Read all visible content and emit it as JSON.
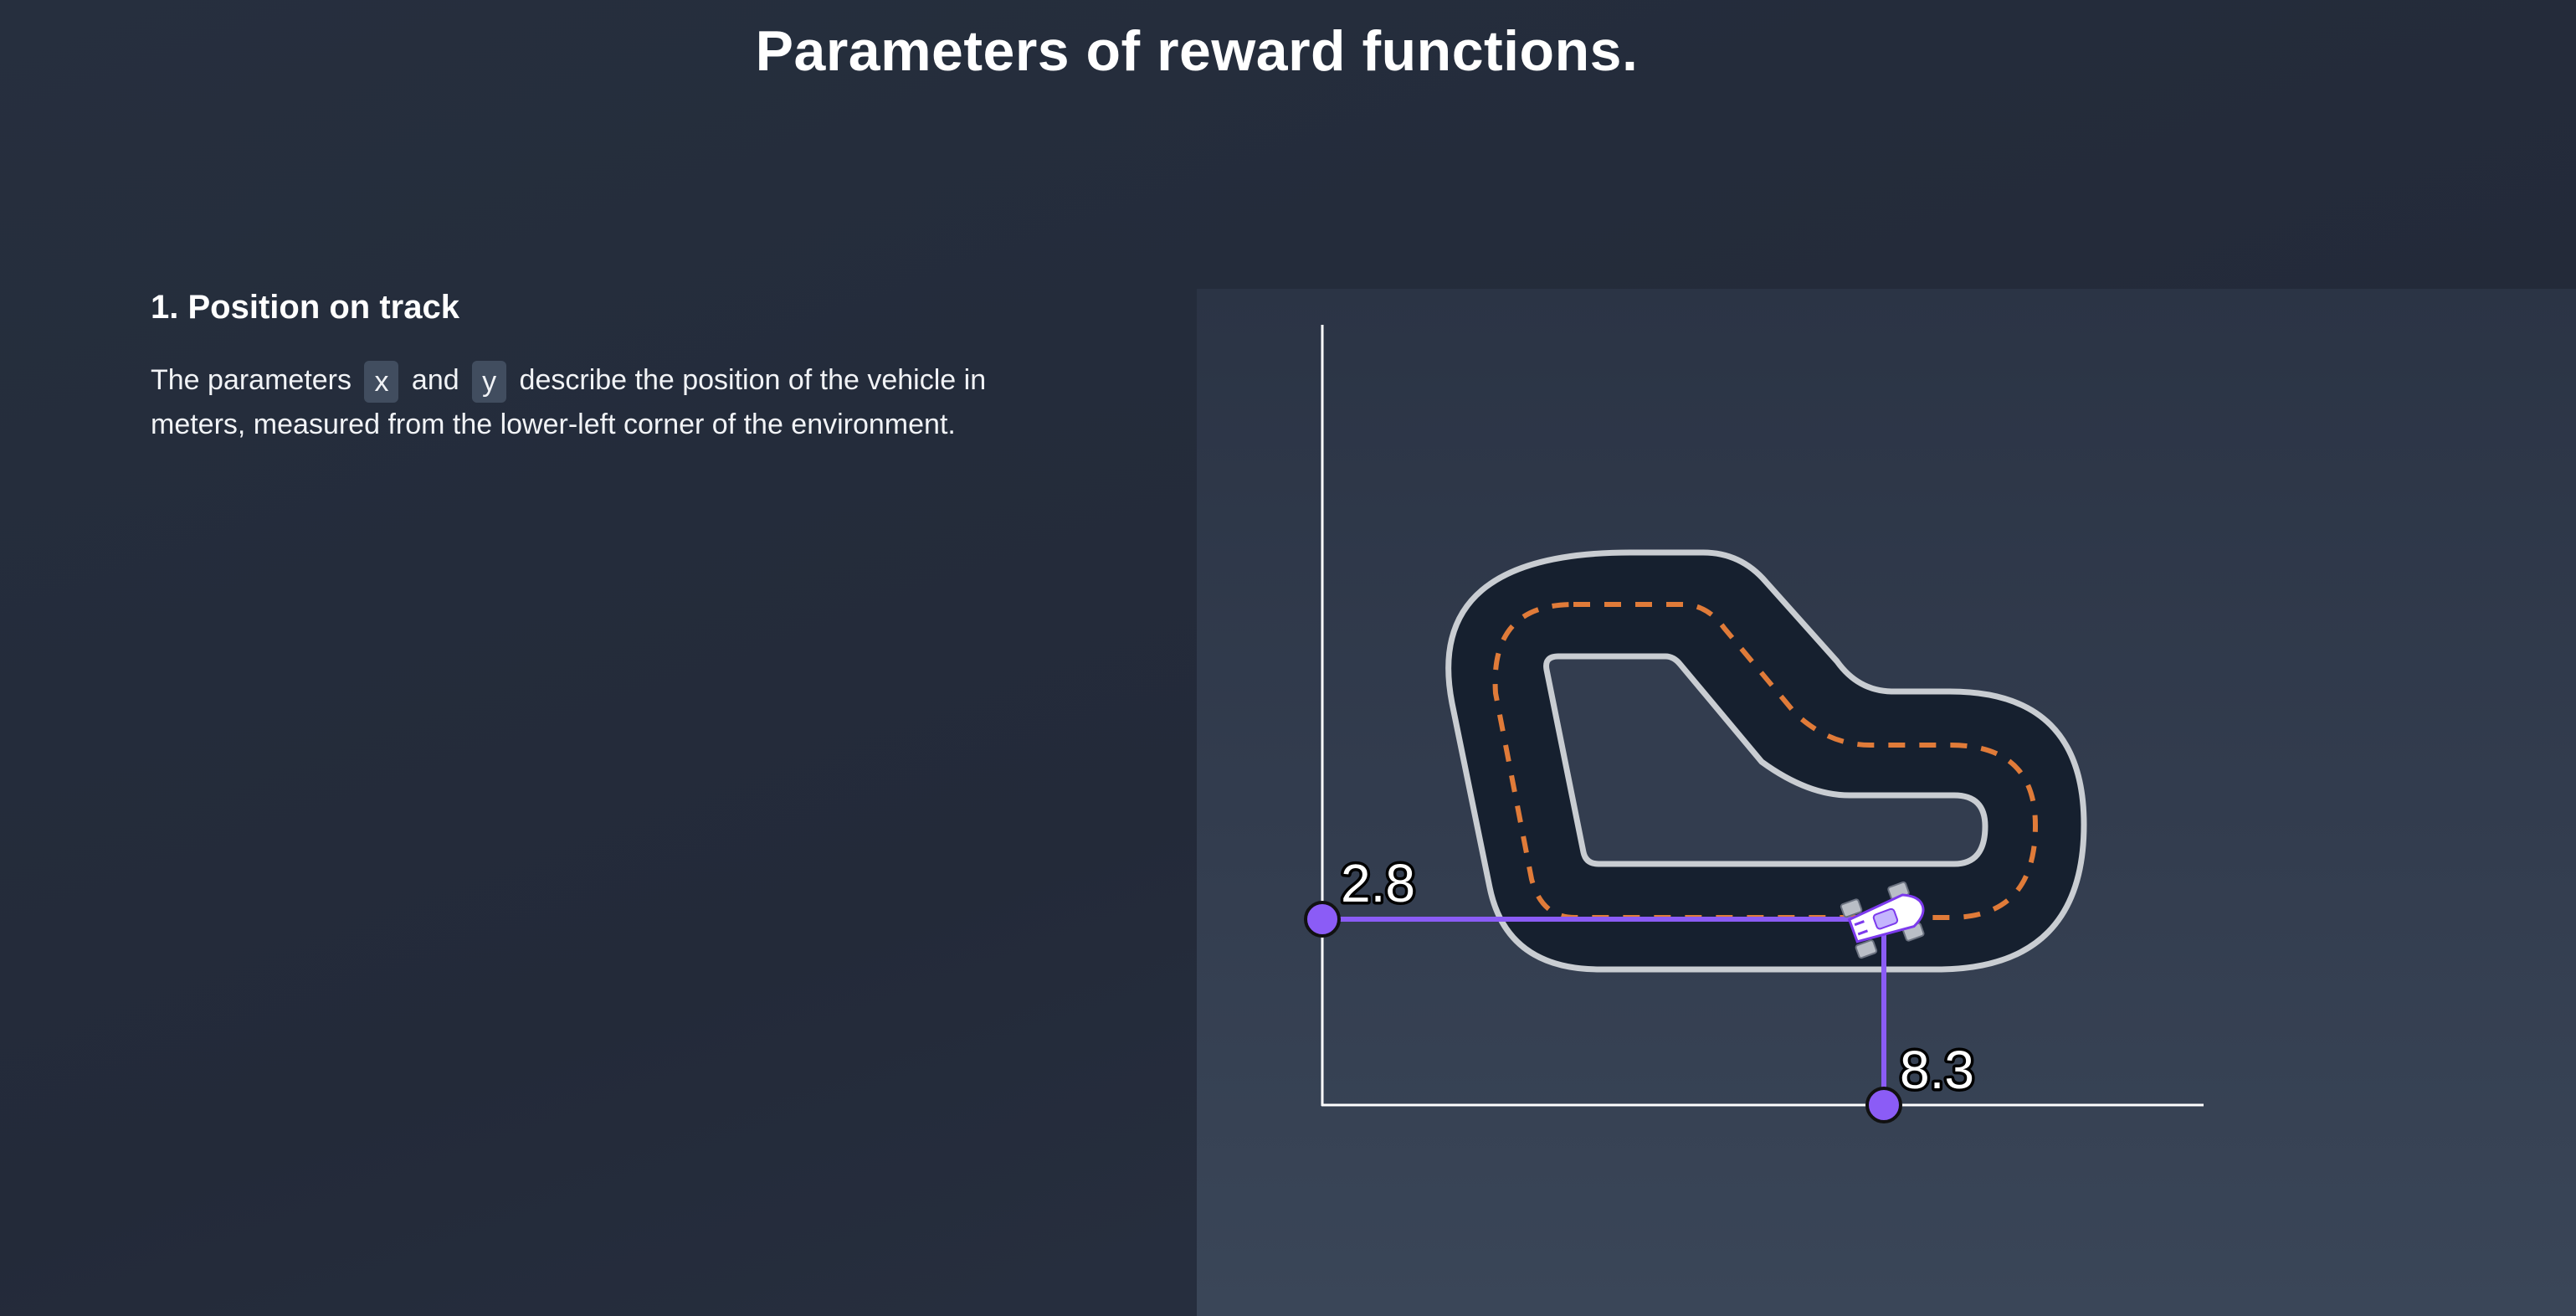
{
  "page": {
    "title": "Parameters of reward functions."
  },
  "section": {
    "heading": "1. Position on track",
    "text_before_x": "The parameters",
    "param_x": "x",
    "text_between": "and",
    "param_y": "y",
    "text_after": "describe the position of the vehicle in meters, measured from the lower-left corner of the environment."
  },
  "diagram": {
    "y_value": "2.8",
    "x_value": "8.3",
    "colors": {
      "axes": "#ffffff",
      "track_surface": "#16202f",
      "track_border": "#c9cdd2",
      "center_line": "#e07b39",
      "coordinate_guides": "#8b5cf6",
      "vehicle": "#ffffff"
    },
    "icons": [
      "race-car-icon"
    ]
  }
}
